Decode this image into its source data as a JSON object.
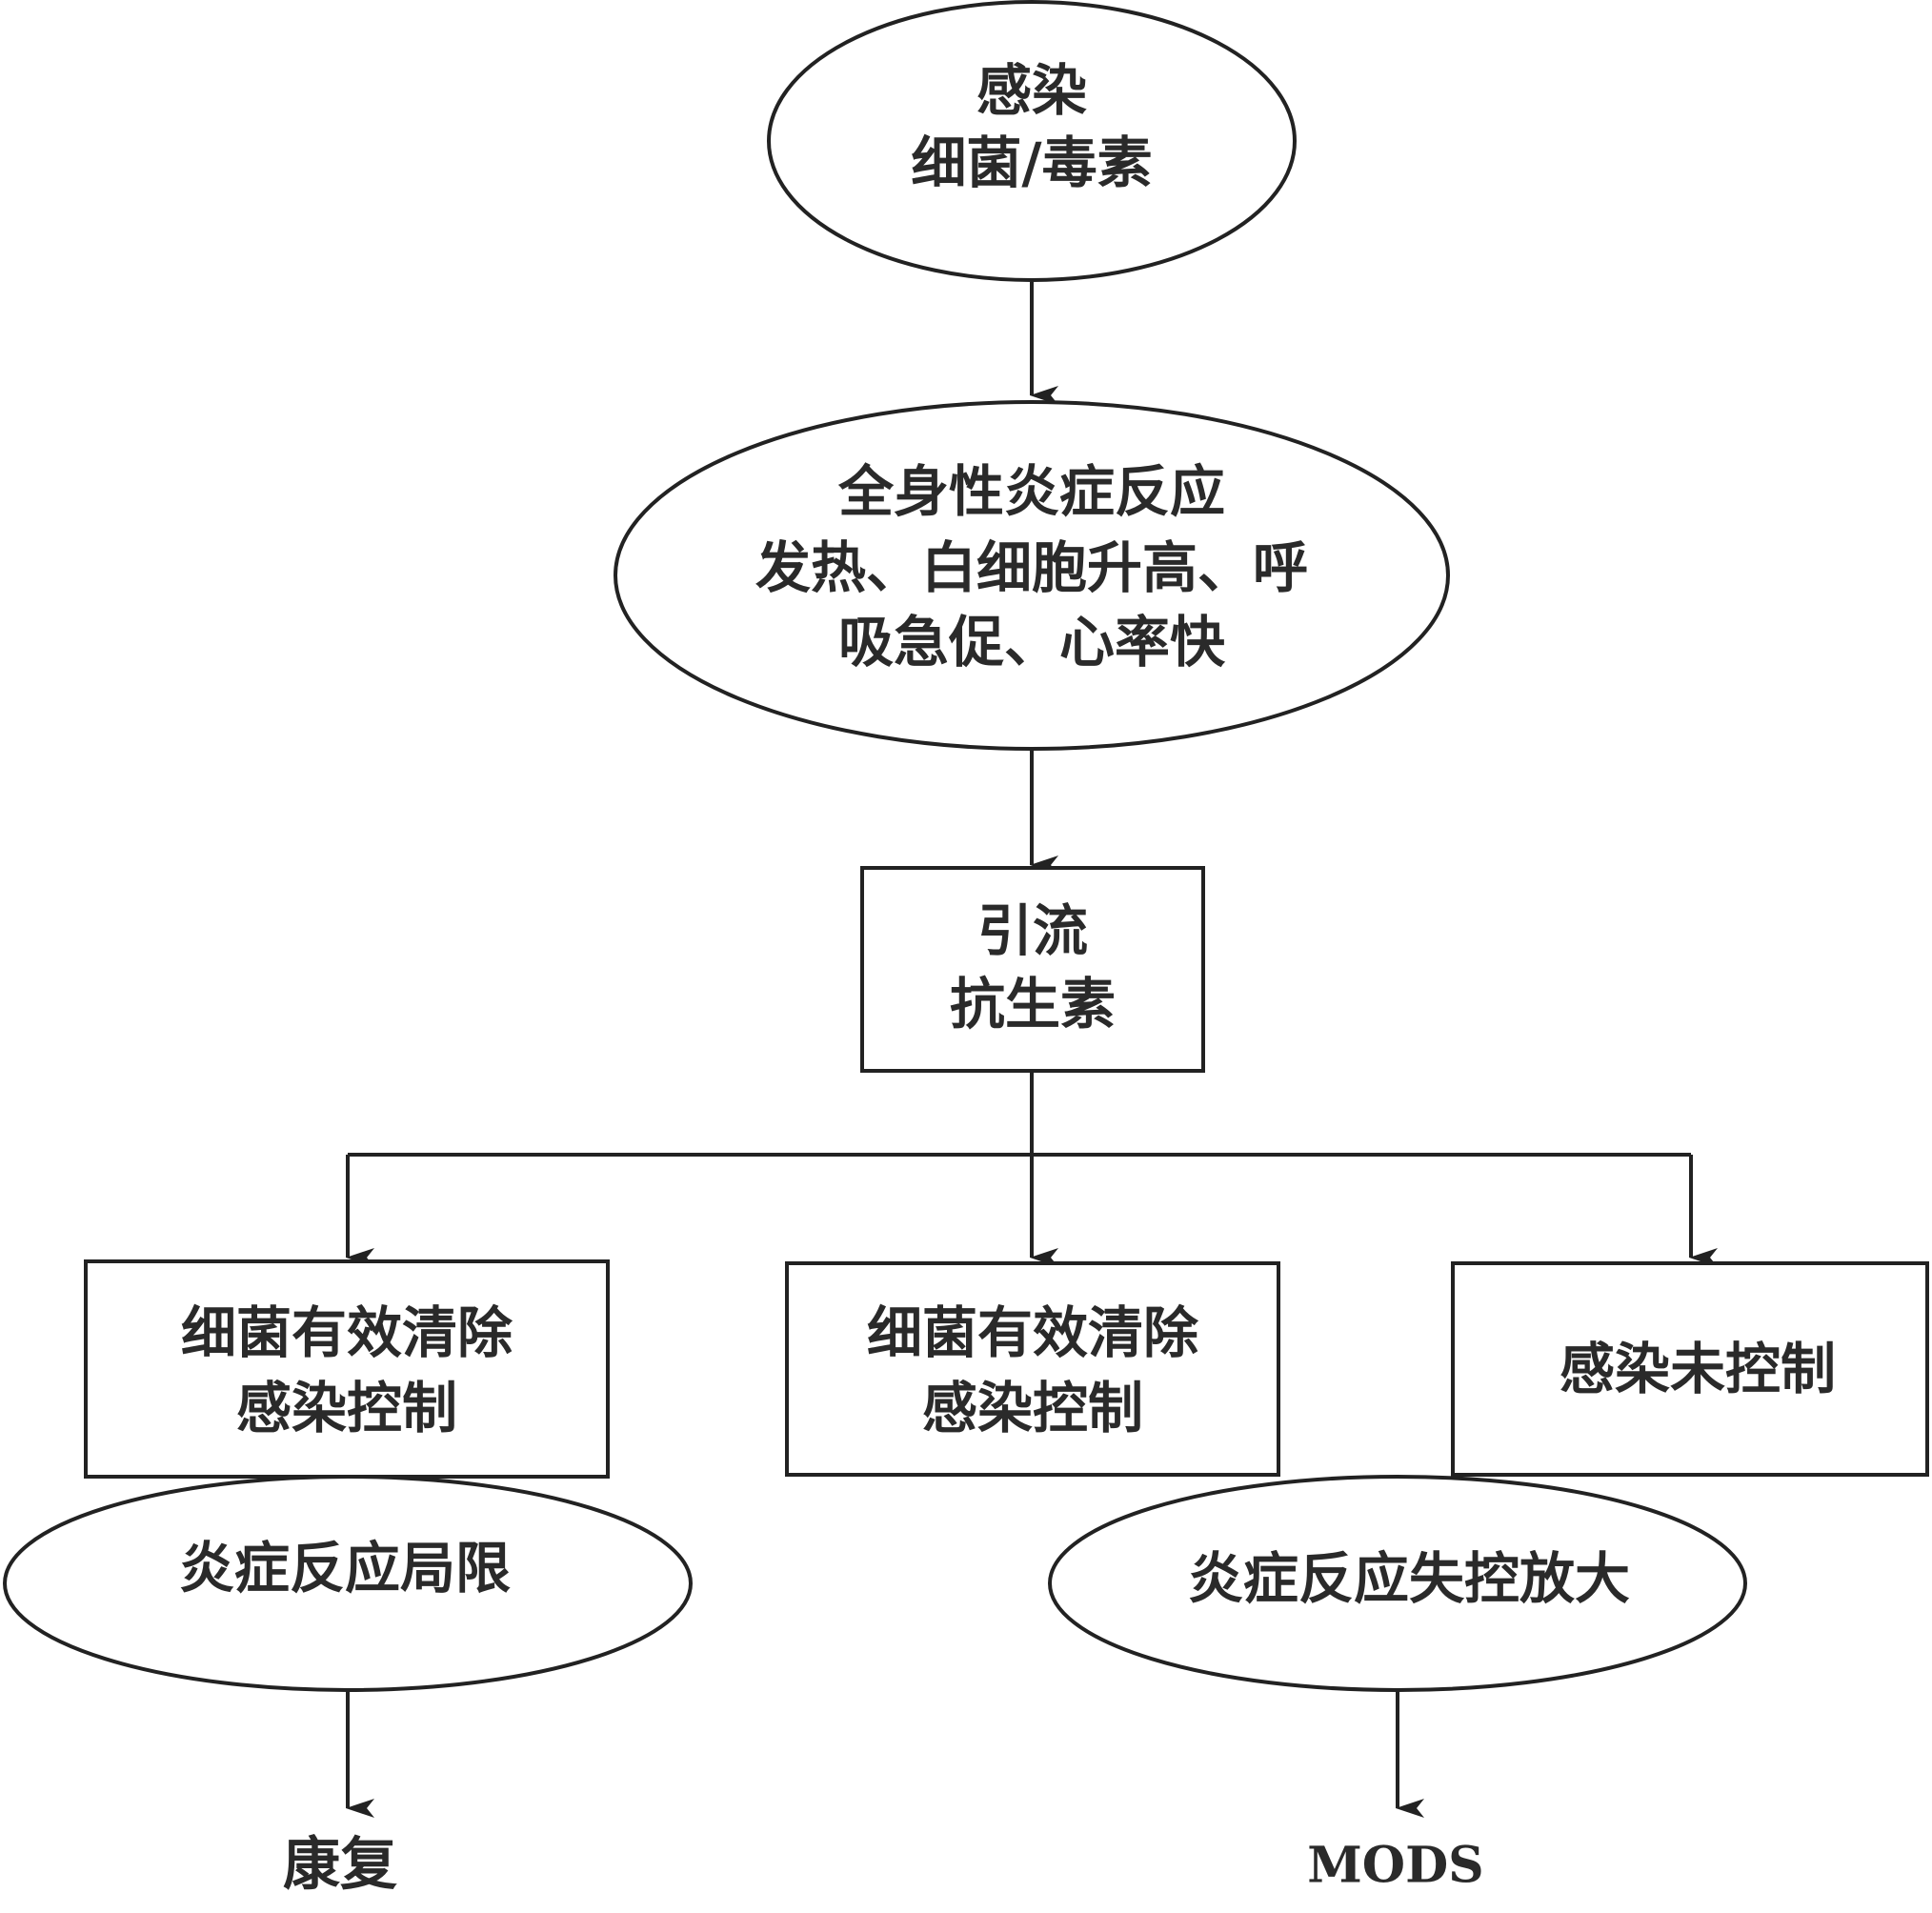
{
  "nodes": {
    "infection": {
      "lines": [
        "感染",
        "细菌/毒素"
      ]
    },
    "sirs": {
      "lines": [
        "全身性炎症反应",
        "发热、白细胞升高、呼",
        "吸急促、心率快"
      ]
    },
    "treatment": {
      "lines": [
        "引流",
        "抗生素"
      ]
    },
    "left_box": {
      "lines": [
        "细菌有效清除",
        "感染控制"
      ]
    },
    "middle_box": {
      "lines": [
        "细菌有效清除",
        "感染控制"
      ]
    },
    "right_box": {
      "lines": [
        "感染未控制"
      ]
    },
    "localized": {
      "lines": [
        "炎症反应局限"
      ]
    },
    "amplified": {
      "lines": [
        "炎症反应失控放大"
      ]
    },
    "recovery": {
      "lines": [
        "康复"
      ]
    },
    "mods": {
      "lines": [
        "MODS"
      ]
    }
  }
}
